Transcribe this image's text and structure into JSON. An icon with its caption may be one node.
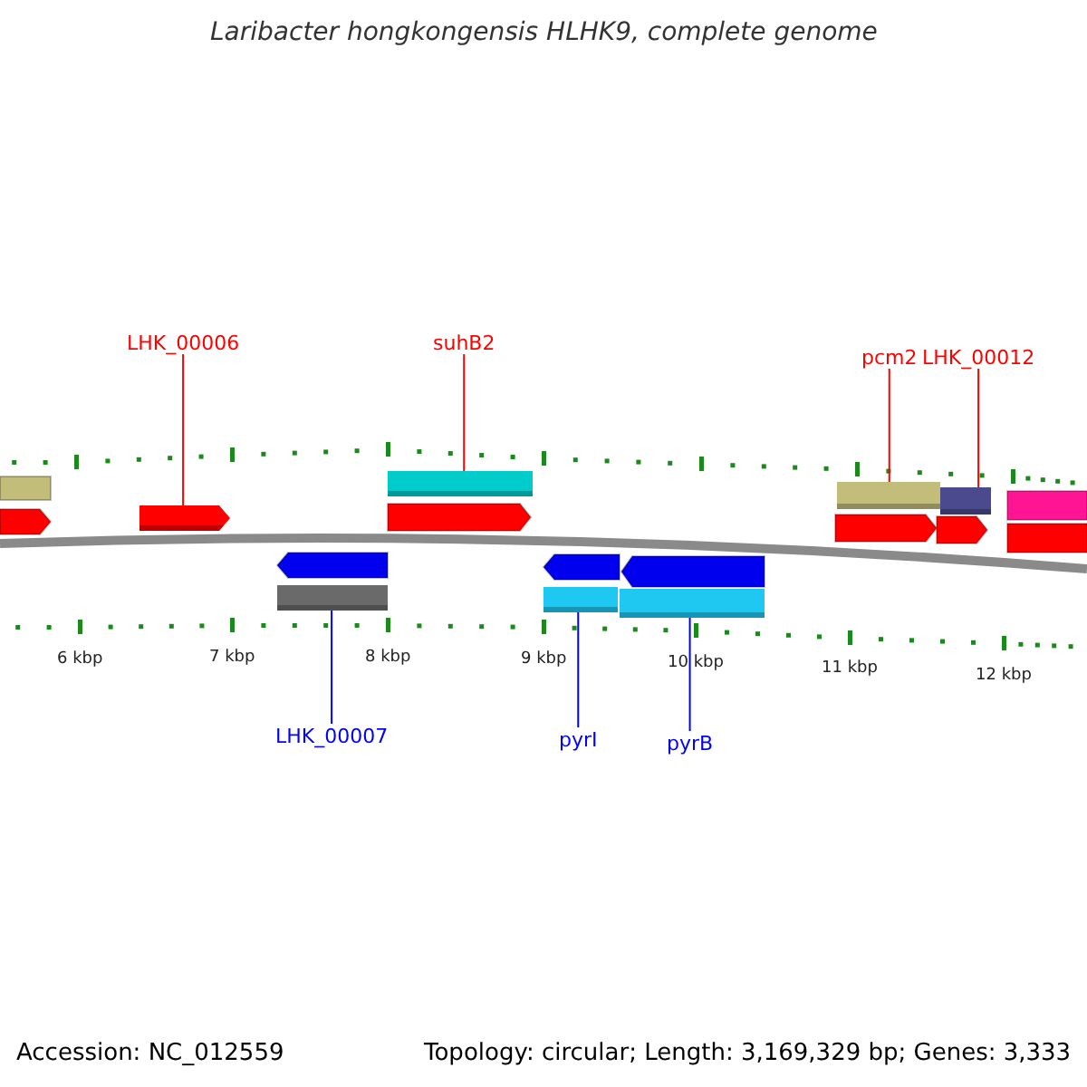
{
  "diagram": {
    "title": "Laribacter hongkongensis HLHK9, complete genome",
    "nodes": [
      {
        "text": [
          "LHK_00006"
        ]
      },
      {
        "text": [
          "suhB2"
        ]
      },
      {
        "text": [
          "pcm2"
        ]
      },
      {
        "text": [
          "LHK_00012"
        ]
      },
      {
        "text": [
          "LHK_00007"
        ]
      },
      {
        "text": [
          "pyrI"
        ]
      },
      {
        "text": [
          "pyrB"
        ]
      },
      {
        "text": [],
        "shape": "bar"
      },
      {
        "text": [],
        "shape": "bar"
      },
      {
        "text": [],
        "shape": "bar"
      },
      {
        "text": [],
        "shape": "bar"
      },
      {
        "text": [],
        "shape": "bar"
      },
      {
        "text": [],
        "shape": "bar"
      },
      {
        "text": [],
        "shape": "bar"
      }
    ],
    "edges": [
      {
        "from": 0,
        "to": 7,
        "arrow": "none"
      },
      {
        "from": 1,
        "to": 8,
        "arrow": "none"
      },
      {
        "from": 2,
        "to": 9,
        "arrow": "none"
      },
      {
        "from": 3,
        "to": 10,
        "arrow": "none"
      },
      {
        "from": 4,
        "to": 11,
        "arrow": "none",
        "color": "#0000ff"
      },
      {
        "from": 5,
        "to": 12,
        "arrow": "none",
        "color": "#0000ff"
      },
      {
        "from": 6,
        "to": 13,
        "arrow": "none",
        "color": "#0000ff"
      }
    ],
    "labels": [
      "6 kbp",
      "7 kbp",
      "8 kbp",
      "9 kbp",
      "10 kbp",
      "11 kbp",
      "12 kbp",
      "Accession: NC_012559",
      "Topology: circular; Length: 3,169,329 bp; Genes: 3,333"
    ]
  }
}
